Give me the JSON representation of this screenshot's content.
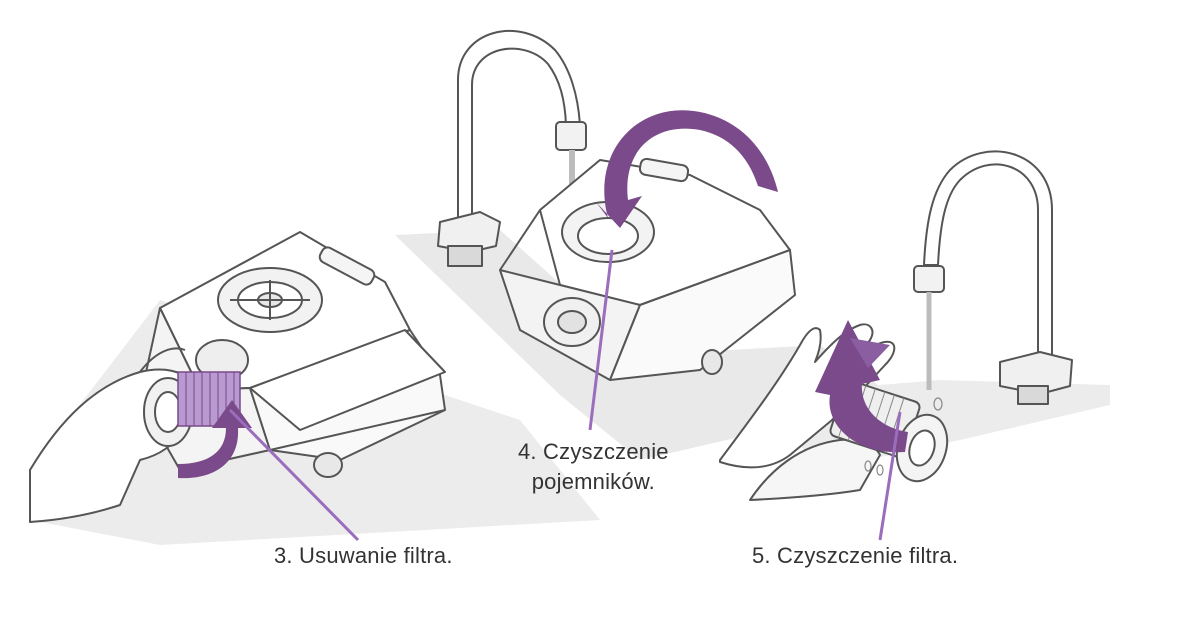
{
  "colors": {
    "accent": "#7a4a8a",
    "accent_light": "#a682c4",
    "outline": "#555555",
    "shadow": "#e6e6e6",
    "fill": "#ffffff",
    "fill_shade": "#f1f1f1"
  },
  "steps": [
    {
      "label": "3. Usuwanie filtra."
    },
    {
      "label_line1": "4. Czyszczenie",
      "label_line2": "pojemników."
    },
    {
      "label": "5. Czyszczenie filtra."
    }
  ],
  "icons": [
    "humidifier-icon",
    "faucet-icon",
    "hand-icon",
    "filter-icon",
    "rotate-arrow-icon"
  ]
}
